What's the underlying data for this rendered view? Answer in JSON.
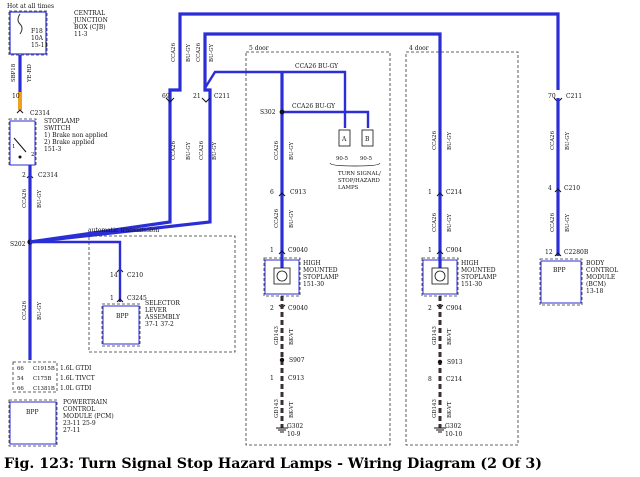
{
  "caption": "Fig. 123: Turn Signal Stop Hazard Lamps - Wiring Diagram (2 Of 3)",
  "section_labels": {
    "five_door": "5 door",
    "four_door": "4 door",
    "auto_trans": "automatic transmission"
  },
  "cjb": {
    "hot": "Hot at all times",
    "name": [
      "CENTRAL",
      "JUNCTION",
      "BOX (CJB)",
      "11-3"
    ],
    "fuse": [
      "F18",
      "10A",
      "15-11"
    ]
  },
  "wires": {
    "sbp18": "SBP18",
    "ye_rd": "YE-RD",
    "cca26": "CCA26",
    "bu_gy": "BU-GY",
    "cca26_bu_gy": "CCA26 BU-GY",
    "gd143": "GD143",
    "bk_vt": "BK-VT"
  },
  "connectors": {
    "pin10": "10",
    "c2314_top": "C2314",
    "pin2": "2",
    "c2314_bot": "C2314",
    "s202": "S202",
    "pin69": "69",
    "pin21": "21",
    "c211_a": "C211",
    "pin70": "70",
    "c211_b": "C211",
    "s302": "S302",
    "pin6": "6",
    "c913_a": "C913",
    "pin1_a": "1",
    "c9040_a": "C9040",
    "pin2_a": "2",
    "c9040_b": "C9040",
    "s907": "S907",
    "pin1_b": "1",
    "c913_b": "C913",
    "pin1_c": "1",
    "c214_a": "C214",
    "pin1_d": "1",
    "c904_a": "C904",
    "pin2_b": "2",
    "c904_b": "C904",
    "s913": "S913",
    "pin8": "8",
    "c214_b": "C214",
    "pin4": "4",
    "c210_a": "C210",
    "pin12": "12",
    "c2280b": "C2280B",
    "pin14": "14",
    "c210_b": "C210",
    "pin1_e": "1",
    "c3245": "C3245",
    "pcm_rows": [
      {
        "pin": "66",
        "conn": "C1915B",
        "note": "1.6L GTDI"
      },
      {
        "pin": "54",
        "conn": "C175B",
        "note": "1.6L TIVCT"
      },
      {
        "pin": "66",
        "conn": "C1381B",
        "note": "1.0L GTDI"
      }
    ]
  },
  "components": {
    "stoplamp_switch": [
      "STOPLAMP",
      "SWITCH",
      "1) Brake non applied",
      "2) Brake applied",
      "151-3"
    ],
    "selector": [
      "SELECTOR",
      "LEVER",
      "ASSEMBLY",
      "37-1  37-2"
    ],
    "bpp": "BPP",
    "pcm": [
      "POWERTRAIN",
      "CONTROL",
      "MODULE (PCM)",
      "23-11  25-9",
      "27-11"
    ],
    "hmsl_5": [
      "HIGH",
      "MOUNTED",
      "STOPLAMP",
      "151-30"
    ],
    "hmsl_4": [
      "HIGH",
      "MOUNTED",
      "STOPLAMP",
      "151-30"
    ],
    "bcm": [
      "BODY",
      "CONTROL",
      "MODULE",
      "(BCM)",
      "13-18"
    ],
    "lamps": {
      "a": "A",
      "b": "B",
      "ref_a": "90-5",
      "ref_b": "90-5",
      "label": [
        "TURN SIGNAL/",
        "STOP/HAZARD",
        "LAMPS"
      ]
    },
    "ground_5": [
      "G302",
      "10-9"
    ],
    "ground_4": [
      "G302",
      "10-10"
    ],
    "switch_pins": {
      "p1": "1",
      "p2": "2"
    }
  }
}
